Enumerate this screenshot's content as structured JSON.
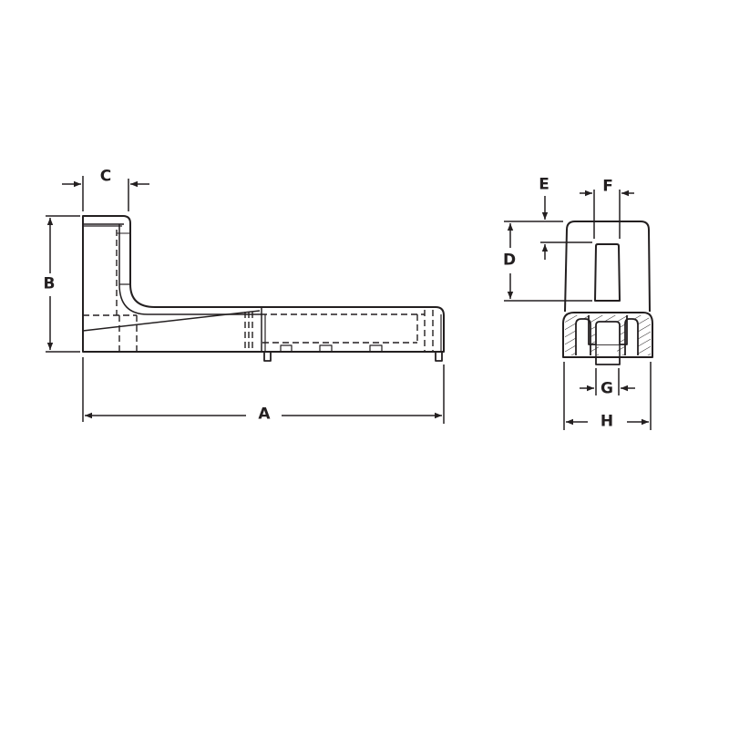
{
  "drawing": {
    "stroke_color": "#231f20",
    "background": "#ffffff"
  },
  "dimensions": {
    "A": "A",
    "B": "B",
    "C": "C",
    "D": "D",
    "E": "E",
    "F": "F",
    "G": "G",
    "H": "H"
  },
  "views": {
    "side": "side-view",
    "end": "end-view"
  }
}
